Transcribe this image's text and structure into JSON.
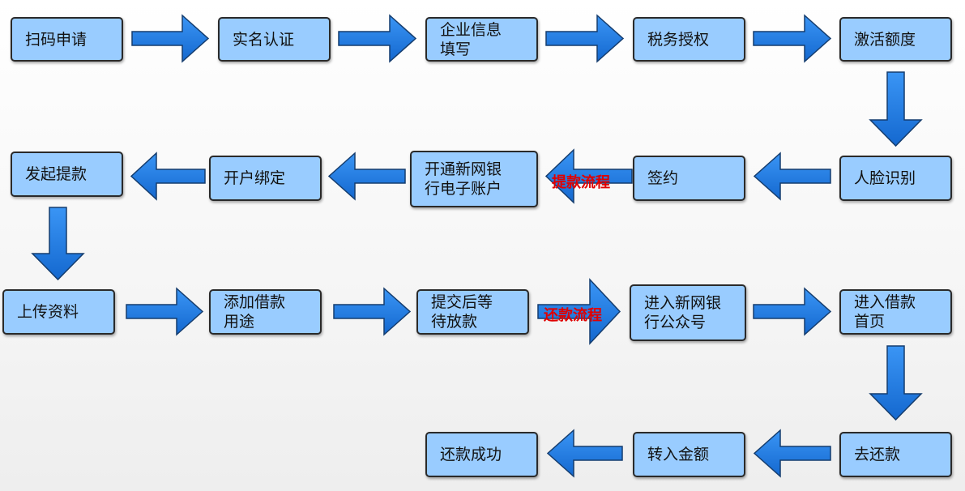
{
  "colors": {
    "box_fill": "#99ccff",
    "arrow_fill": "#1a7ae8",
    "arrow_stroke": "#153d6e",
    "flow_label": "#e00000"
  },
  "steps": {
    "scan_apply": "扫码申请",
    "real_name": "实名认证",
    "company_info": "企业信息\n填写",
    "tax_auth": "税务授权",
    "activate_quota": "激活额度",
    "face_recognition": "人脸识别",
    "sign": "签约",
    "open_account": "开通新网银\n行电子账户",
    "bind_account": "开户绑定",
    "initiate_withdraw": "发起提款",
    "upload_docs": "上传资料",
    "add_purpose": "添加借款\n用途",
    "submit_wait": "提交后等\n待放款",
    "enter_official": "进入新网银\n行公众号",
    "loan_home": "进入借款\n首页",
    "go_repay": "去还款",
    "transfer_amount": "转入金额",
    "repay_success": "还款成功"
  },
  "flows": {
    "withdraw_flow": "提款流程",
    "repay_flow": "还款流程"
  }
}
